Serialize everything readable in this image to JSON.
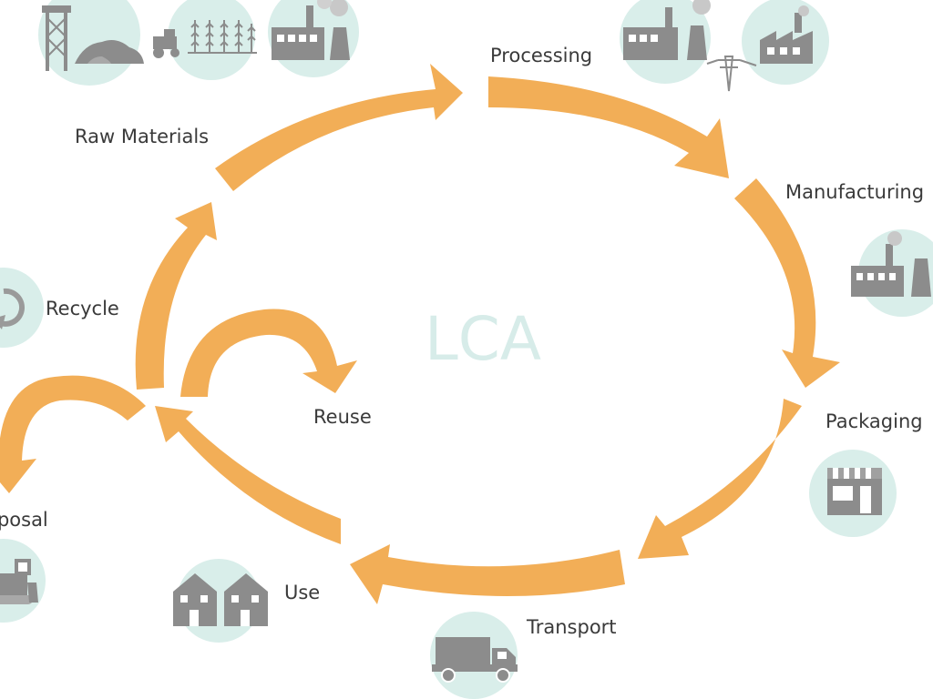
{
  "center_label": "LCA",
  "stages": {
    "raw_materials": "Raw Materials",
    "processing": "Processing",
    "manufacturing": "Manufacturing",
    "packaging": "Packaging",
    "transport": "Transport",
    "use": "Use",
    "reuse": "Reuse",
    "recycle": "Recycle",
    "disposal": "Disposal"
  },
  "colors": {
    "arrow": "#f2ae57",
    "icon_circle": "#d9eeea",
    "icon": "#8c8c8c",
    "label": "#3a3a3a",
    "center_text": "#d7ece9"
  },
  "icons": [
    "mine-icon",
    "tractor-crops-icon",
    "factory-icon",
    "power-plant-icon",
    "industrial-building-icon",
    "recycle-icon",
    "bulldozer-icon",
    "houses-icon",
    "truck-icon",
    "store-icon"
  ]
}
